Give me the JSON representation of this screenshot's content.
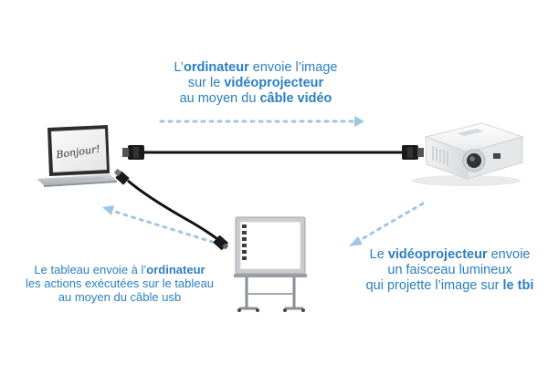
{
  "captions": {
    "top": {
      "line1": [
        "L’",
        "ordinateur",
        " envoie l’image"
      ],
      "line2": [
        "sur le ",
        "vidéoprojecteur",
        ""
      ],
      "line3": [
        "au moyen du ",
        "câble vidéo",
        ""
      ]
    },
    "left": {
      "line1": [
        "Le tableau envoie à l’",
        "ordinateur",
        ""
      ],
      "line2": [
        "les actions exécutées sur le tableau",
        "",
        ""
      ],
      "line3": [
        "au moyen du câble usb",
        "",
        ""
      ]
    },
    "right": {
      "line1": [
        "Le ",
        "vidéoprojecteur",
        " envoie"
      ],
      "line2": [
        "un faisceau lumineux",
        "",
        ""
      ],
      "line3": [
        "qui projette l’image sur ",
        "le tbi",
        ""
      ]
    }
  },
  "laptop_screen_text": "Bonjour!",
  "colors": {
    "caption": "#2a7fc0",
    "arrow_dots": "#9ec7e6",
    "cable": "#111111"
  }
}
